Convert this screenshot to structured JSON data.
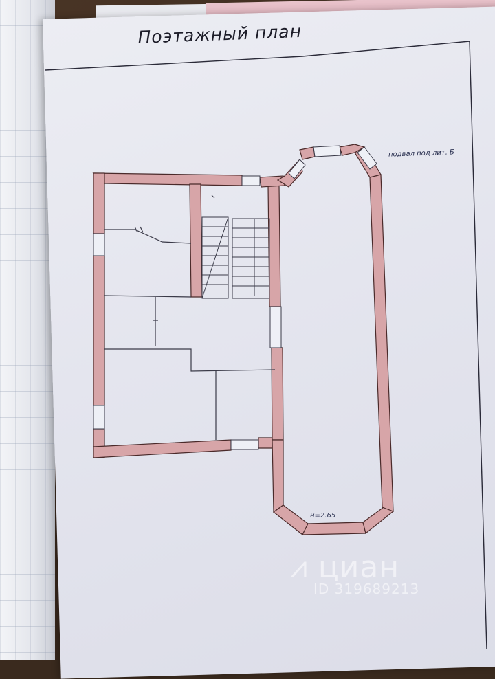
{
  "plan": {
    "title": "Поэтажный план",
    "note": "подвал под лит. Б",
    "height_mark": "н=2.65"
  },
  "watermark": {
    "brand": "циан",
    "id": "ID 319689213"
  },
  "footer_fragment": "...",
  "colors": {
    "wall_fill": "#d7a5a8",
    "wall_stroke": "#4a2a2a",
    "sheet": "#e6e7ef",
    "line": "#3a3a48"
  }
}
